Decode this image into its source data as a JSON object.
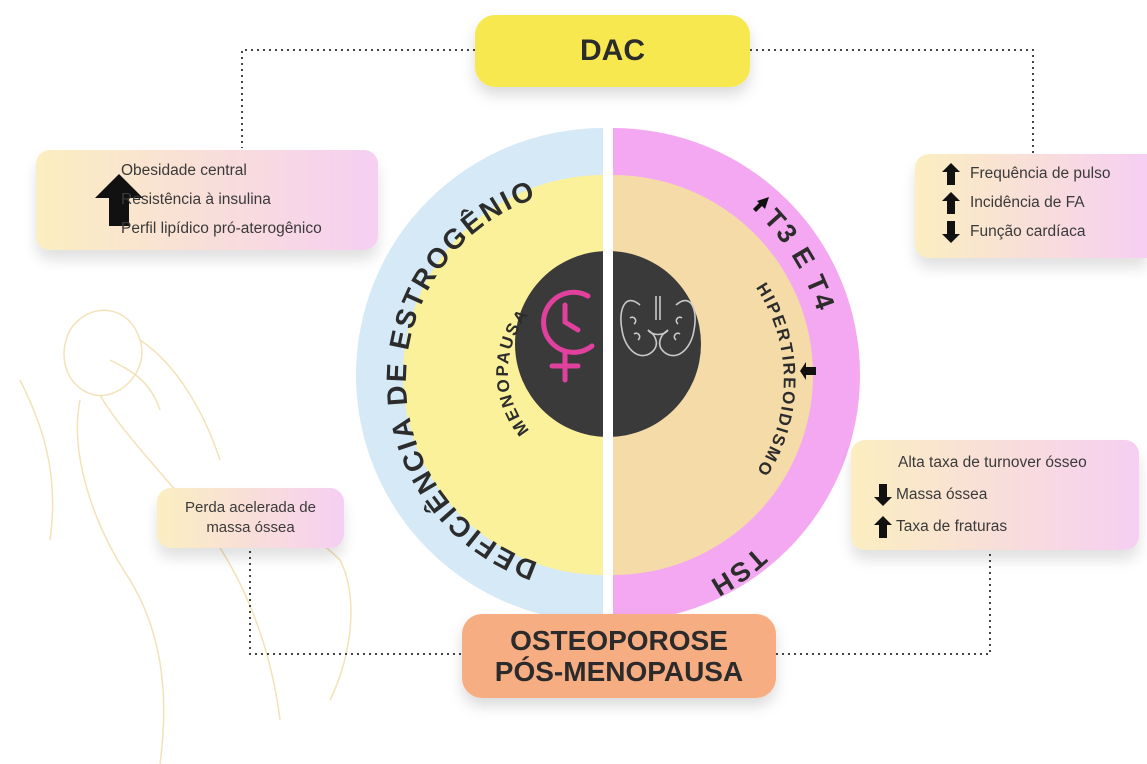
{
  "colors": {
    "estrogen_ring": "#d5e9f6",
    "estrogen_inner": "#fbf19b",
    "thyroid_ring": "#f4a8f1",
    "thyroid_inner": "#f4dba8",
    "center": "#3a3a3a",
    "female_symbol": "#e0419c",
    "dac_pill": "#f8e84f",
    "osteo_pill": "#f7ad82"
  },
  "top": {
    "dac_label": "DAC"
  },
  "bottom": {
    "osteo_line1": "OSTEOPOROSE",
    "osteo_line2": "PÓS-MENOPAUSA"
  },
  "circle": {
    "left_outer": "DEFICIÊNCIA DE ESTROGÊNIO",
    "left_inner": "MENOPAUSA",
    "right_inner": "HIPERTIREOIDISMO",
    "right_outer_1": "T3 E T4",
    "right_outer_2": "TSH",
    "left_icon": "female-clock-icon",
    "right_icon": "thyroid-gland-icon"
  },
  "left_top_card": {
    "arrow": "up-arrow-icon",
    "items": [
      "Obesidade central",
      "Resistência à insulina",
      "Perfil lipídico pró-aterogênico"
    ]
  },
  "right_top_card": {
    "items": [
      {
        "arrow": "up",
        "text": "Frequência de pulso"
      },
      {
        "arrow": "up",
        "text": "Incidência de FA"
      },
      {
        "arrow": "down",
        "text": "Função cardíaca"
      }
    ]
  },
  "left_bottom_card": {
    "line1": "Perda acelerada de",
    "line2": "massa óssea"
  },
  "right_bottom_card": {
    "heading": "Alta taxa de turnover ósseo",
    "items": [
      {
        "arrow": "down",
        "text": "Massa óssea"
      },
      {
        "arrow": "up",
        "text": "Taxa de fraturas"
      }
    ]
  }
}
